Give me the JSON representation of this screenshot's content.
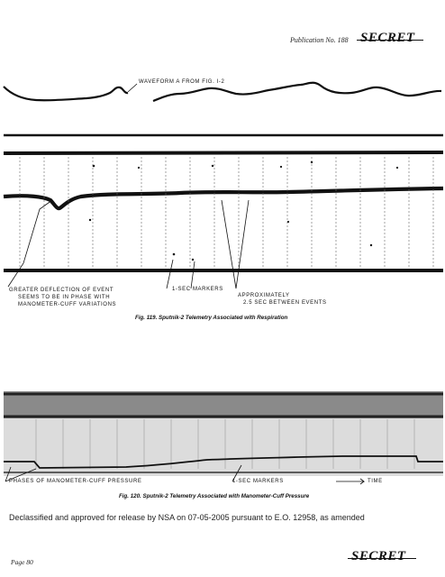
{
  "header": {
    "publication": "Publication No. 188",
    "secret_top": "SECRET"
  },
  "figure119": {
    "waveform_label": "WAVEFORM A FROM FIG. I-2",
    "annotations": {
      "deflection_line1": "GREATER DEFLECTION OF EVENT",
      "deflection_line2": "SEEMS TO BE IN PHASE WITH",
      "deflection_line3": "MANOMETER-CUFF VARIATIONS",
      "markers": "1-sec MARKERS",
      "approx_line1": "APPROXIMATELY",
      "approx_line2": "2.5 sec BETWEEN EVENTS"
    },
    "caption": "Fig. 119. Sputnik-2 Telemetry Associated with Respiration"
  },
  "figure120": {
    "annotations": {
      "pressure": "PHASES OF MANOMETER-CUFF PRESSURE",
      "markers": "1-sec MARKERS",
      "time": "TIME"
    },
    "caption": "Fig. 120. Sputnik-2 Telemetry Associated with Manometer-Cuff Pressure"
  },
  "footer": {
    "declassified": "Declassified and approved for release by NSA on 07-05-2005 pursuant to E.O. 12958, as amended",
    "page": "Page 80",
    "secret_bottom": "SECRET"
  }
}
